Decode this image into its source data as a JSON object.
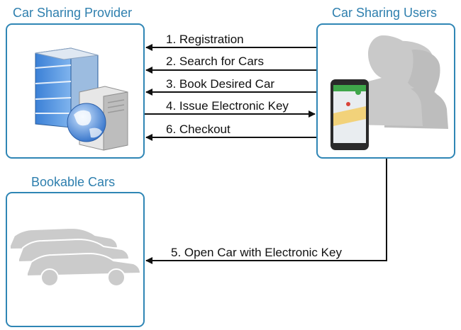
{
  "titles": {
    "provider": "Car Sharing Provider",
    "users": "Car Sharing Users",
    "cars": "Bookable Cars"
  },
  "steps": [
    {
      "label": "1. Registration",
      "direction": "to-provider"
    },
    {
      "label": "2. Search for Cars",
      "direction": "to-provider"
    },
    {
      "label": "3. Book Desired Car",
      "direction": "to-provider"
    },
    {
      "label": "4. Issue Electronic Key",
      "direction": "to-users"
    },
    {
      "label": "6. Checkout",
      "direction": "to-provider"
    },
    {
      "label": "5. Open Car with Electronic Key",
      "direction": "to-cars"
    }
  ],
  "colors": {
    "title": "#2e7fae",
    "box_border": "#2f86b5",
    "arrow": "#111111",
    "silhouette": "#c9c9c9"
  },
  "icons": [
    "server-building-icon",
    "globe-icon",
    "smartphone-icon",
    "people-silhouette-icon",
    "car-silhouette-icon"
  ]
}
